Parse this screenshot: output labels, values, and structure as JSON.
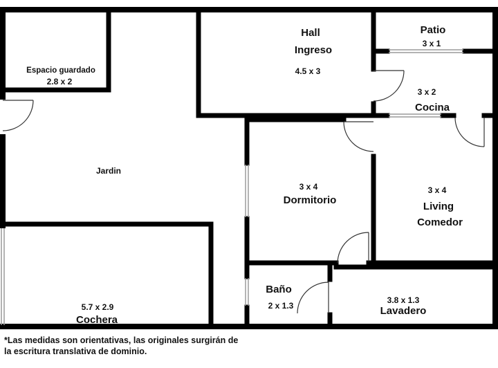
{
  "colors": {
    "wall": "#000000",
    "background": "#ffffff",
    "door": "#333333",
    "window": "#9a9a9a"
  },
  "rooms": {
    "espacio_guardado": {
      "name": "Espacio guardado",
      "size": "2.8 x 2"
    },
    "hall": {
      "name_line1": "Hall",
      "name_line2": "Ingreso",
      "size": "4.5 x 3"
    },
    "patio": {
      "name": "Patio",
      "size": "3 x 1"
    },
    "cocina": {
      "name": "Cocina",
      "size": "3 x 2"
    },
    "jardin": {
      "name": "Jardin"
    },
    "dormitorio": {
      "name": "Dormitorio",
      "size": "3 x 4"
    },
    "living": {
      "name_line1": "Living",
      "name_line2": "Comedor",
      "size": "3 x 4"
    },
    "cochera": {
      "name": "Cochera",
      "size": "5.7 x 2.9"
    },
    "bano": {
      "name": "Baño",
      "size": "2 x 1.3"
    },
    "lavadero": {
      "name": "Lavadero",
      "size": "3.8 x 1.3"
    }
  },
  "footnote": {
    "line1": "*Las medidas son orientativas, las originales surgirán de",
    "line2": "la escritura translativa de dominio."
  }
}
